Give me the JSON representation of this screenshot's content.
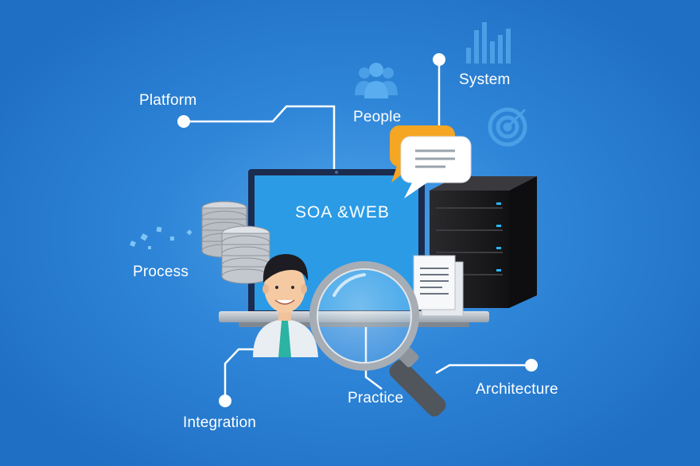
{
  "center_title": "SOA &WEB",
  "labels": {
    "platform": "Platform",
    "people": "People",
    "system": "System",
    "process": "Process",
    "integration": "Integration",
    "practice": "Practice",
    "architecture": "Architecture"
  },
  "icons": {
    "people": "people-group-icon",
    "system": "bar-chart-icon",
    "target": "target-icon",
    "database": "database-stack-icon",
    "server": "server-rack-icon",
    "document": "document-icon",
    "magnifier": "magnifying-glass-icon",
    "chat": "chat-bubble-icon",
    "person": "businessman-avatar"
  },
  "colors": {
    "background": "#2f86d8",
    "line": "#ffffff",
    "screen": "#2b9be6",
    "chat_orange": "#f5a623",
    "server": "#1c1c1e"
  }
}
